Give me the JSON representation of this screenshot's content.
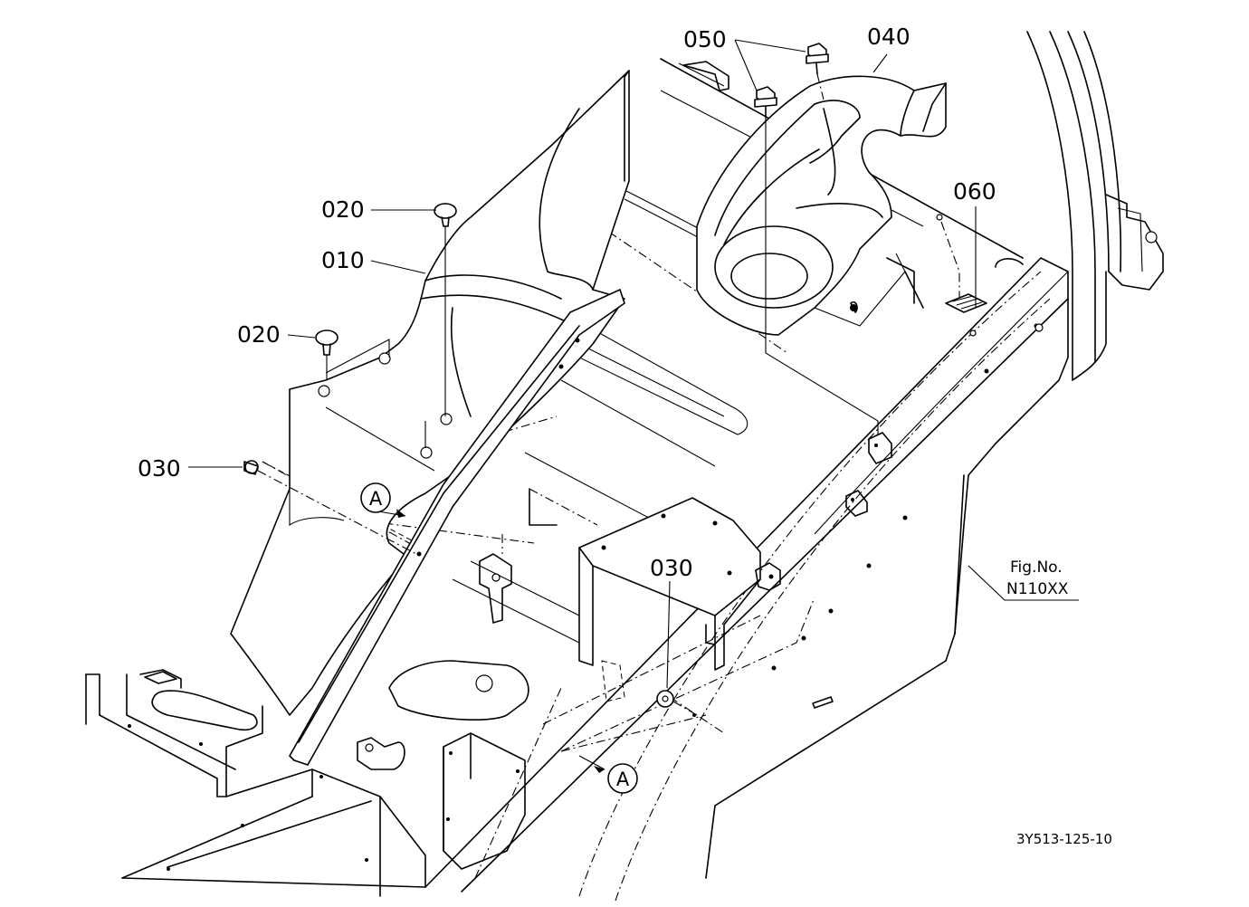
{
  "diagram": {
    "callouts": {
      "p010": "010",
      "p020a": "020",
      "p020b": "020",
      "p030a": "030",
      "p030b": "030",
      "p040": "040",
      "p050": "050",
      "p060": "060"
    },
    "view_markers": {
      "a1": "A",
      "a2": "A"
    },
    "figure_ref": {
      "line1": "Fig.No.",
      "line2": "N110XX"
    },
    "drawing_code": "3Y513-125-10"
  }
}
